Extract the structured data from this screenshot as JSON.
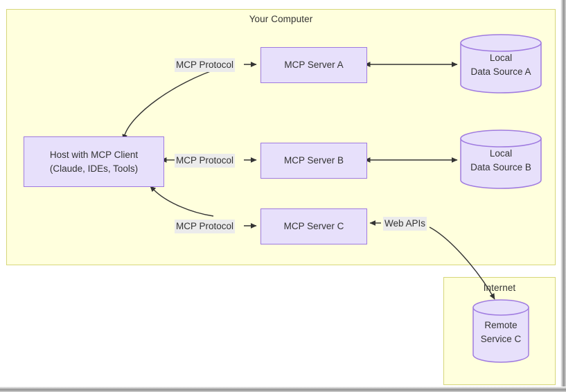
{
  "diagram": {
    "title_visible": false,
    "colors": {
      "container_fill": "#ffffdd",
      "container_border": "#d6d67a",
      "node_fill": "#e7e0fb",
      "node_border": "#9f7ae0",
      "label_bg": "#ebebeb",
      "text": "#333333",
      "arrow": "#333333"
    },
    "containers": [
      {
        "id": "computer",
        "label": "Your Computer"
      },
      {
        "id": "internet",
        "label": "Internet"
      }
    ],
    "nodes": [
      {
        "id": "host",
        "label_lines": [
          "Host with MCP Client",
          "(Claude, IDEs, Tools)"
        ],
        "shape": "rect"
      },
      {
        "id": "server_a",
        "label_lines": [
          "MCP Server A"
        ],
        "shape": "rect"
      },
      {
        "id": "server_b",
        "label_lines": [
          "MCP Server B"
        ],
        "shape": "rect"
      },
      {
        "id": "server_c",
        "label_lines": [
          "MCP Server C"
        ],
        "shape": "rect"
      },
      {
        "id": "data_a",
        "label_lines": [
          "Local",
          "Data Source A"
        ],
        "shape": "cylinder"
      },
      {
        "id": "data_b",
        "label_lines": [
          "Local",
          "Data Source B"
        ],
        "shape": "cylinder"
      },
      {
        "id": "remote_c",
        "label_lines": [
          "Remote",
          "Service C"
        ],
        "shape": "cylinder"
      }
    ],
    "edges": [
      {
        "id": "host-server-a",
        "label": "MCP Protocol",
        "from": "host",
        "to": "server_a",
        "direction": "both"
      },
      {
        "id": "host-server-b",
        "label": "MCP Protocol",
        "from": "host",
        "to": "server_b",
        "direction": "both"
      },
      {
        "id": "host-server-c",
        "label": "MCP Protocol",
        "from": "host",
        "to": "server_c",
        "direction": "both"
      },
      {
        "id": "server-a-data-a",
        "label": "",
        "from": "server_a",
        "to": "data_a",
        "direction": "both"
      },
      {
        "id": "server-b-data-b",
        "label": "",
        "from": "server_b",
        "to": "data_b",
        "direction": "both"
      },
      {
        "id": "server-c-remote-c",
        "label": "Web APIs",
        "from": "server_c",
        "to": "remote_c",
        "direction": "both"
      }
    ]
  }
}
